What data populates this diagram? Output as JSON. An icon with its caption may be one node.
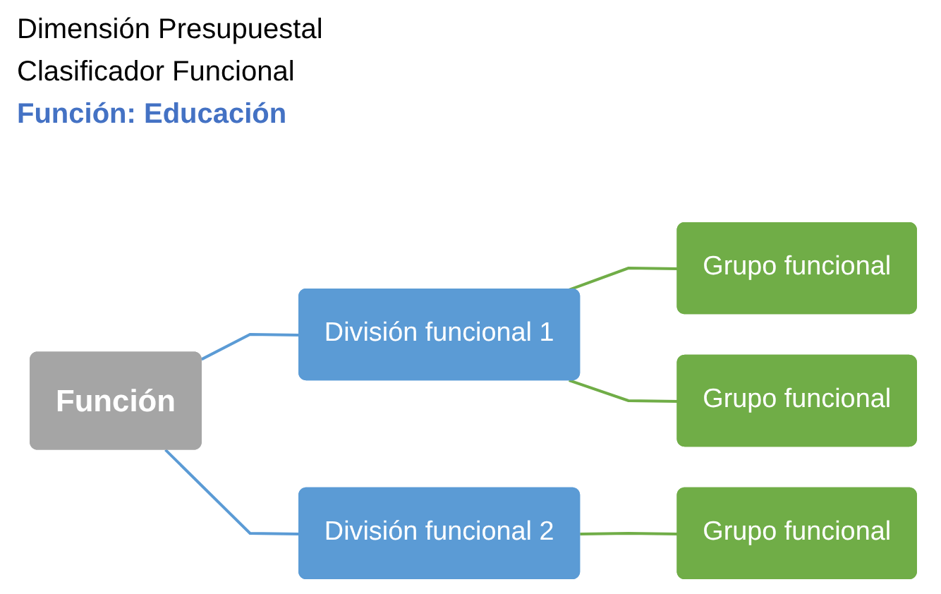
{
  "diagram": {
    "title": "Dimensión Presupuestal Clasificador Funcional",
    "nodes": [
      {
        "text": [
          "Función"
        ]
      },
      {
        "text": [
          "División funcional 1"
        ]
      },
      {
        "text": [
          "División funcional 2"
        ]
      },
      {
        "text": [
          "Grupo funcional"
        ]
      },
      {
        "text": [
          "Grupo funcional"
        ]
      },
      {
        "text": [
          "Grupo funcional"
        ]
      }
    ],
    "edges": [
      {
        "from": 0,
        "to": 1,
        "arrow": "none",
        "color": "#5b9bd5"
      },
      {
        "from": 0,
        "to": 2,
        "arrow": "none",
        "color": "#5b9bd5"
      },
      {
        "from": 1,
        "to": 3,
        "arrow": "none"
      },
      {
        "from": 1,
        "to": 4,
        "arrow": "none"
      },
      {
        "from": 2,
        "to": 5,
        "arrow": "none"
      }
    ],
    "labels": [
      "Función: Educación"
    ]
  }
}
